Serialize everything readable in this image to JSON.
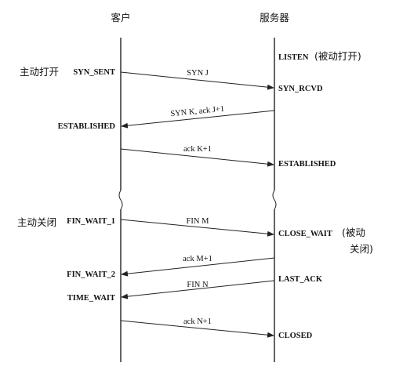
{
  "headers": {
    "client": "客户",
    "server": "服务器"
  },
  "side_notes": {
    "active_open": "主动打开",
    "active_close": "主动关闭",
    "passive_open": "(被动打开)",
    "passive_close_line1": "(被动",
    "passive_close_line2": "关闭)"
  },
  "client_states": {
    "syn_sent": "SYN_SENT",
    "established": "ESTABLISHED",
    "fin_wait_1": "FIN_WAIT_1",
    "fin_wait_2": "FIN_WAIT_2",
    "time_wait": "TIME_WAIT"
  },
  "server_states": {
    "listen": "LISTEN",
    "syn_rcvd": "SYN_RCVD",
    "established": "ESTABLISHED",
    "close_wait": "CLOSE_WAIT",
    "last_ack": "LAST_ACK",
    "closed": "CLOSED"
  },
  "messages": {
    "syn_j": "SYN J",
    "syn_k_ack": "SYN K, ack J+1",
    "ack_k": "ack K+1",
    "fin_m": "FIN M",
    "ack_m": "ack M+1",
    "fin_n": "FIN N",
    "ack_n": "ack N+1"
  }
}
